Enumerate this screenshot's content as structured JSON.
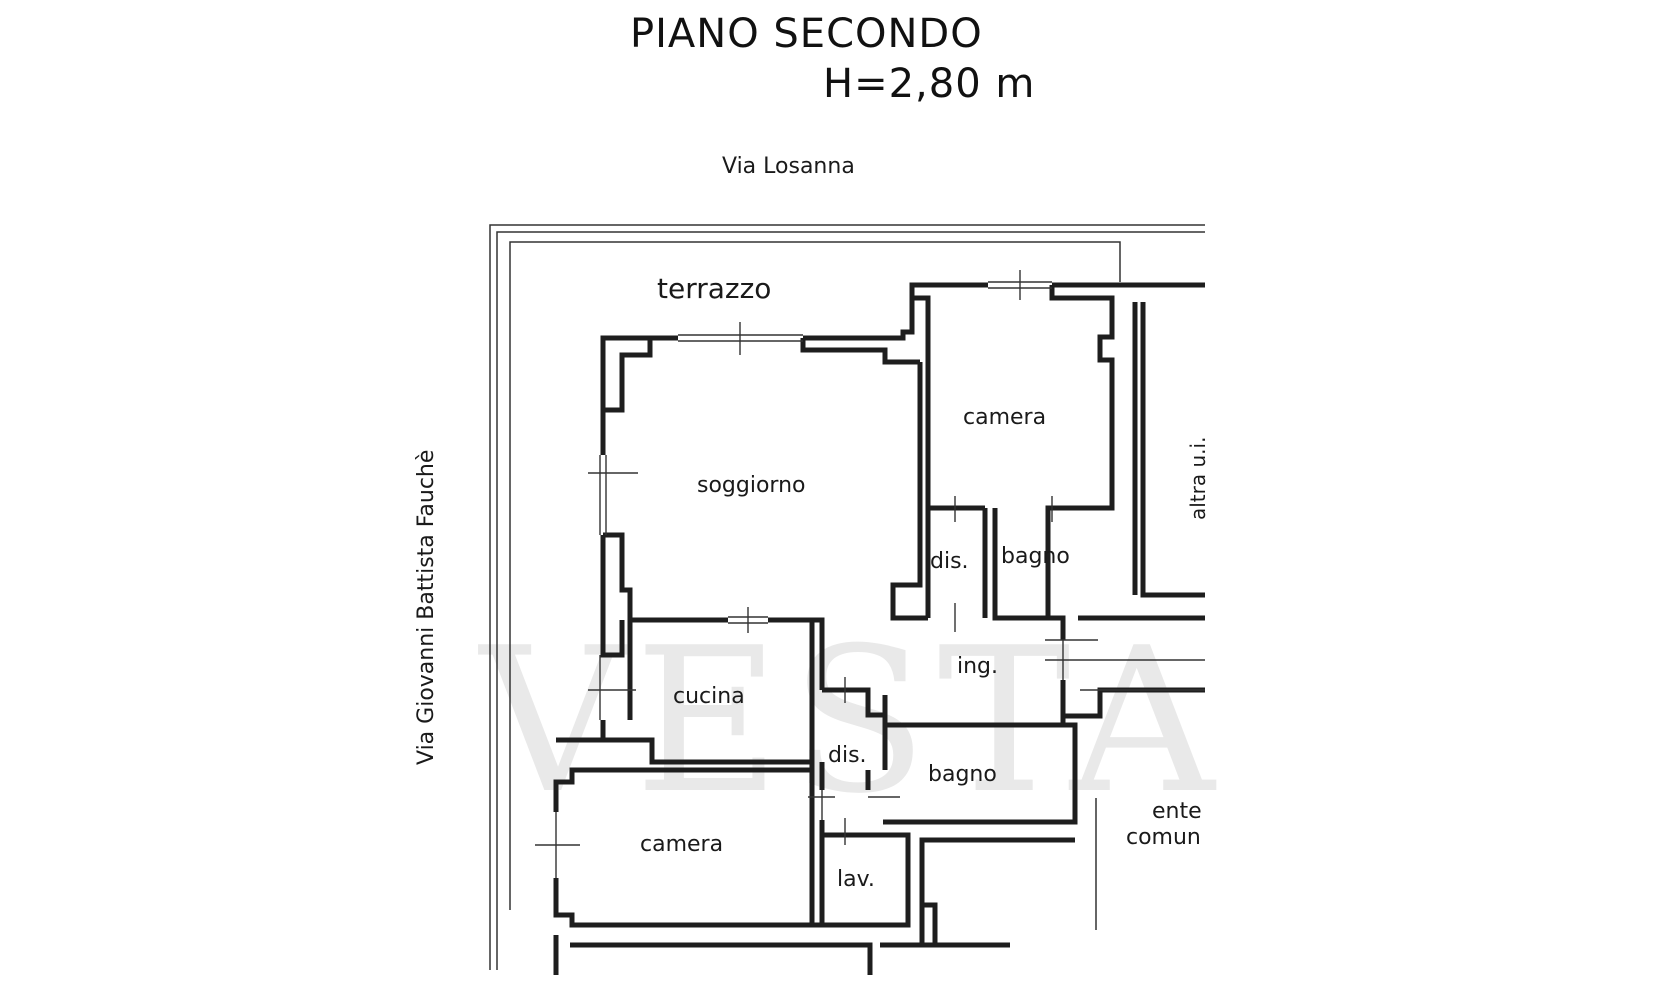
{
  "header": {
    "title": "PIANO  SECONDO",
    "height": "H=2,80 m"
  },
  "streets": {
    "top": "Via Losanna",
    "left": "Via Giovanni Battista Fauchè",
    "right_fragment": "altra u.i.",
    "bottom_right_line1": "ente",
    "bottom_right_line2": "comun"
  },
  "rooms": {
    "terrazzo": "terrazzo",
    "soggiorno": "soggiorno",
    "camera_top": "camera",
    "dis_top": "dis.",
    "bagno_top": "bagno",
    "ingresso": "ing.",
    "cucina": "cucina",
    "dis_bottom": "dis.",
    "bagno_bottom": "bagno",
    "camera_bottom": "camera",
    "lavanderia": "lav."
  },
  "watermark": "VESTA"
}
